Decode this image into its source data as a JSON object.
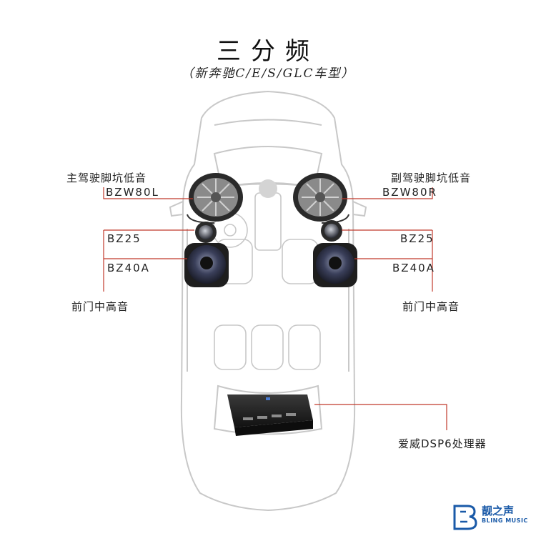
{
  "header": {
    "title": "三分频",
    "subtitle": "（新奔驰C/E/S/GLC车型）"
  },
  "left": {
    "woofer_name": "主驾驶脚坑低音",
    "woofer_model": "BZW80L",
    "tweeter_model": "BZ25",
    "mid_model": "BZ40A",
    "door_label": "前门中高音"
  },
  "right": {
    "woofer_name": "副驾驶脚坑低音",
    "woofer_model": "BZW80R",
    "tweeter_model": "BZ25",
    "mid_model": "BZ40A",
    "door_label": "前门中高音"
  },
  "dsp": {
    "label": "爱威DSP6处理器"
  },
  "brand": {
    "name": "靓之声",
    "sub": "BLING MUSIC"
  },
  "colors": {
    "leader_line": "#c0392b",
    "car_outline": "#c8c8c8",
    "brand_blue": "#1a5aa8"
  }
}
